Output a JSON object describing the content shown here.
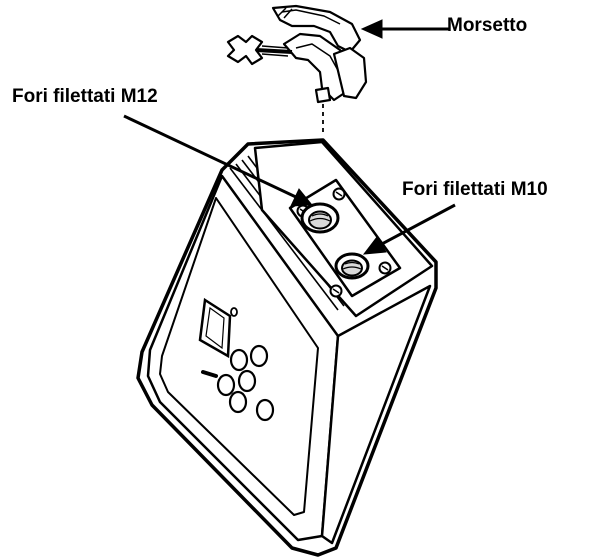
{
  "labels": {
    "clamp": "Morsetto",
    "m12_holes": "Fori filettati M12",
    "m10_holes": "Fori filettati M10"
  },
  "colors": {
    "stroke": "#000000",
    "fill": "#ffffff",
    "shade": "#d9d9d9"
  }
}
